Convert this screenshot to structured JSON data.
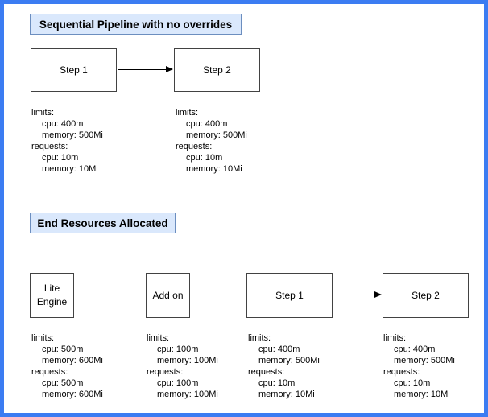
{
  "colors": {
    "frame_border": "#3b7cf2",
    "title_fill": "#dae8fc",
    "title_border": "#6c8ebf",
    "node_border": "#424242",
    "arrow": "#000000",
    "text": "#000000"
  },
  "labels": {
    "limits": "limits:",
    "requests": "requests:",
    "cpu": "cpu:",
    "memory": "memory:"
  },
  "sections": [
    {
      "title": "Sequential Pipeline with no overrides",
      "nodes": [
        {
          "label": "Step 1",
          "resources": {
            "limits": {
              "cpu": "400m",
              "memory": "500Mi"
            },
            "requests": {
              "cpu": "10m",
              "memory": "10Mi"
            }
          }
        },
        {
          "label": "Step 2",
          "resources": {
            "limits": {
              "cpu": "400m",
              "memory": "500Mi"
            },
            "requests": {
              "cpu": "10m",
              "memory": "10Mi"
            }
          }
        }
      ]
    },
    {
      "title": "End Resources Allocated",
      "nodes": [
        {
          "label": "Lite Engine",
          "resources": {
            "limits": {
              "cpu": "500m",
              "memory": "600Mi"
            },
            "requests": {
              "cpu": "500m",
              "memory": "600Mi"
            }
          }
        },
        {
          "label": "Add on",
          "resources": {
            "limits": {
              "cpu": "100m",
              "memory": "100Mi"
            },
            "requests": {
              "cpu": "100m",
              "memory": "100Mi"
            }
          }
        },
        {
          "label": "Step 1",
          "resources": {
            "limits": {
              "cpu": "400m",
              "memory": "500Mi"
            },
            "requests": {
              "cpu": "10m",
              "memory": "10Mi"
            }
          }
        },
        {
          "label": "Step 2",
          "resources": {
            "limits": {
              "cpu": "400m",
              "memory": "500Mi"
            },
            "requests": {
              "cpu": "10m",
              "memory": "10Mi"
            }
          }
        }
      ]
    }
  ]
}
